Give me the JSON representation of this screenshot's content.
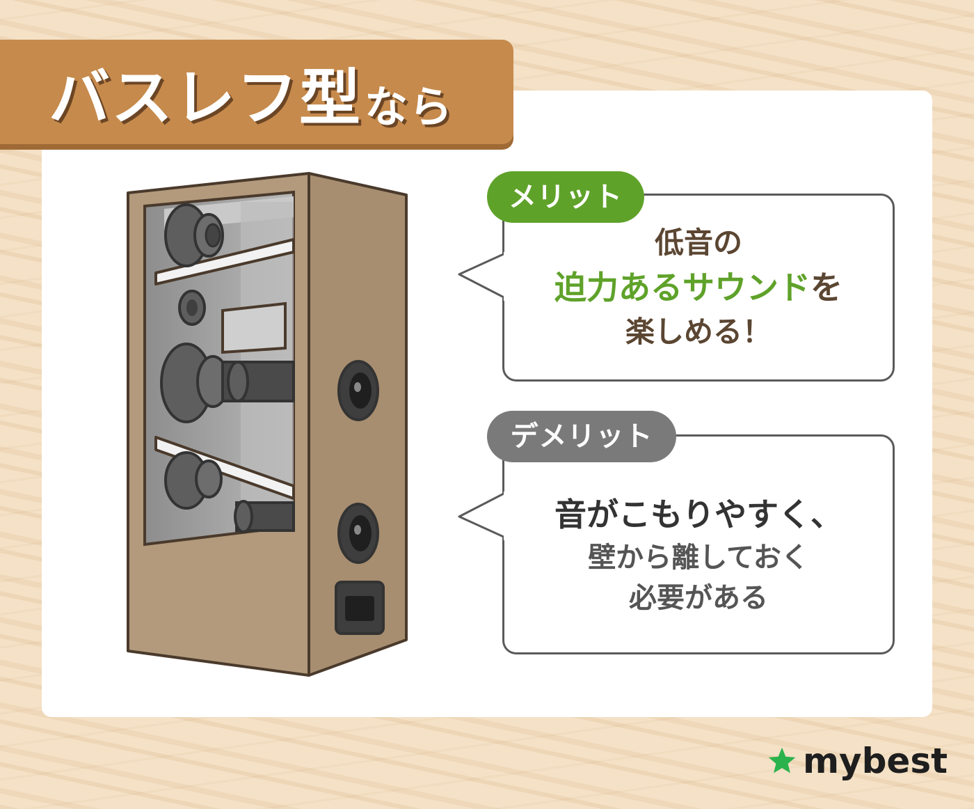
{
  "banner": {
    "main": "バスレフ型",
    "sub": "なら"
  },
  "merit": {
    "tag": "メリット",
    "line1": "低音の",
    "line2_highlight": "迫力あるサウンド",
    "line2_rest": "を",
    "line3": "楽しめる！"
  },
  "demerit": {
    "tag": "デメリット",
    "line1": "音がこもりやすく、",
    "line2": "壁から離しておく",
    "line3": "必要がある"
  },
  "brand": {
    "name": "mybest",
    "icon": "star-icon"
  },
  "colors": {
    "banner": "#c68a4c",
    "card": "#ffffff",
    "merit_accent": "#5fa22a",
    "demerit_accent": "#7a7a7a",
    "speaker_wood": "#b39a7c",
    "brand_star": "#2bb24c"
  }
}
